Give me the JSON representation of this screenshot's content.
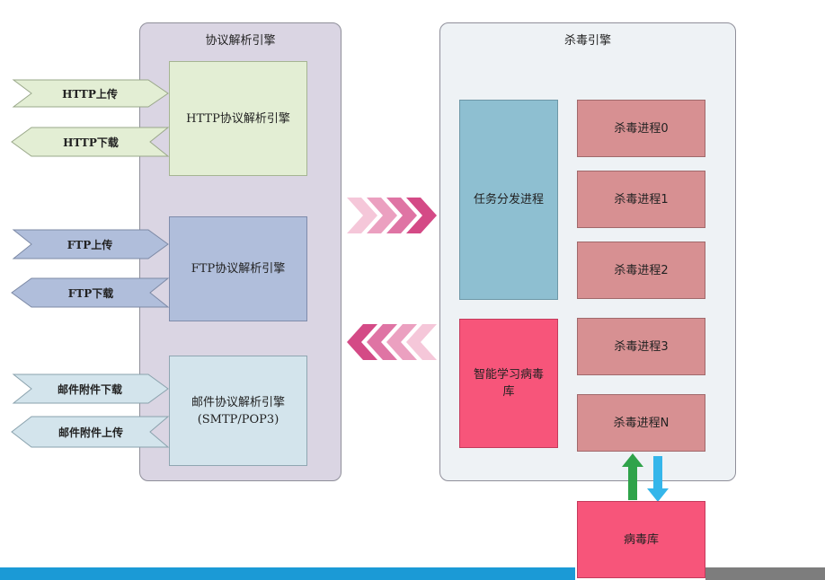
{
  "protocol_engine": {
    "title": "协议解析引擎",
    "http": {
      "engine": "HTTP协议解析引擎",
      "upload": "HTTP上传",
      "download": "HTTP下载"
    },
    "ftp": {
      "engine": "FTP协议解析引擎",
      "upload": "FTP上传",
      "download": "FTP下载"
    },
    "mail": {
      "engine": "邮件协议解析引擎\n(SMTP/POP3)",
      "download": "邮件附件下载",
      "upload": "邮件附件上传"
    }
  },
  "av_engine": {
    "title": "杀毒引擎",
    "dispatcher": "任务分发进程",
    "learning_db": "智能学习病毒\n库",
    "processes": [
      "杀毒进程0",
      "杀毒进程1",
      "杀毒进程2",
      "杀毒进程3",
      "杀毒进程N"
    ]
  },
  "virus_db": "病毒库",
  "colors": {
    "http": "#e3eed4",
    "ftp": "#b0bedb",
    "mail": "#d3e4ec",
    "dispatcher": "#8ebfd1",
    "learning_db": "#f7557a",
    "process": "#d79092",
    "virus_db": "#f7557a",
    "chevron_right": "#d44a86",
    "arrow_up": "#2fa34a",
    "arrow_down": "#35b6ea"
  }
}
